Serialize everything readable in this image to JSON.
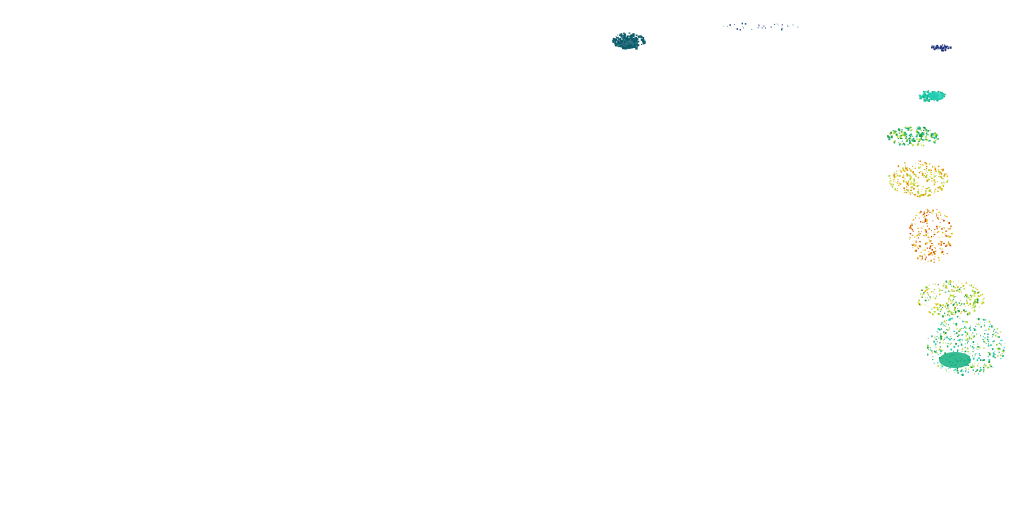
{
  "view": {
    "background": "#ffffff",
    "title": ""
  },
  "palette": {
    "dark_teal": "#0d5c6b",
    "navy": "#1a2f7a",
    "cyan": "#22d0b8",
    "green": "#1aa040",
    "lime": "#a8d820",
    "yellow": "#e0c000",
    "orange": "#e08a00",
    "red_orange": "#d04400",
    "teal_green": "#15b080"
  },
  "clusters": [
    {
      "id": "north-west-island",
      "color": "dark_teal",
      "icon": "landmass-patch"
    },
    {
      "id": "north-strip",
      "color": "navy",
      "icon": "landmass-patch"
    },
    {
      "id": "north-east-island",
      "color": "navy",
      "icon": "landmass-patch"
    },
    {
      "id": "upper-cyan-patch",
      "color": "cyan",
      "icon": "landmass-patch"
    },
    {
      "id": "green-band",
      "color": "green",
      "icon": "landmass-patch"
    },
    {
      "id": "yellow-orange-band",
      "color": "orange",
      "icon": "landmass-patch"
    },
    {
      "id": "red-orange-band",
      "color": "red_orange",
      "icon": "landmass-patch"
    },
    {
      "id": "lime-band",
      "color": "lime",
      "icon": "landmass-patch"
    },
    {
      "id": "southern-green-cyan-band",
      "color": "teal_green",
      "icon": "landmass-patch"
    }
  ]
}
